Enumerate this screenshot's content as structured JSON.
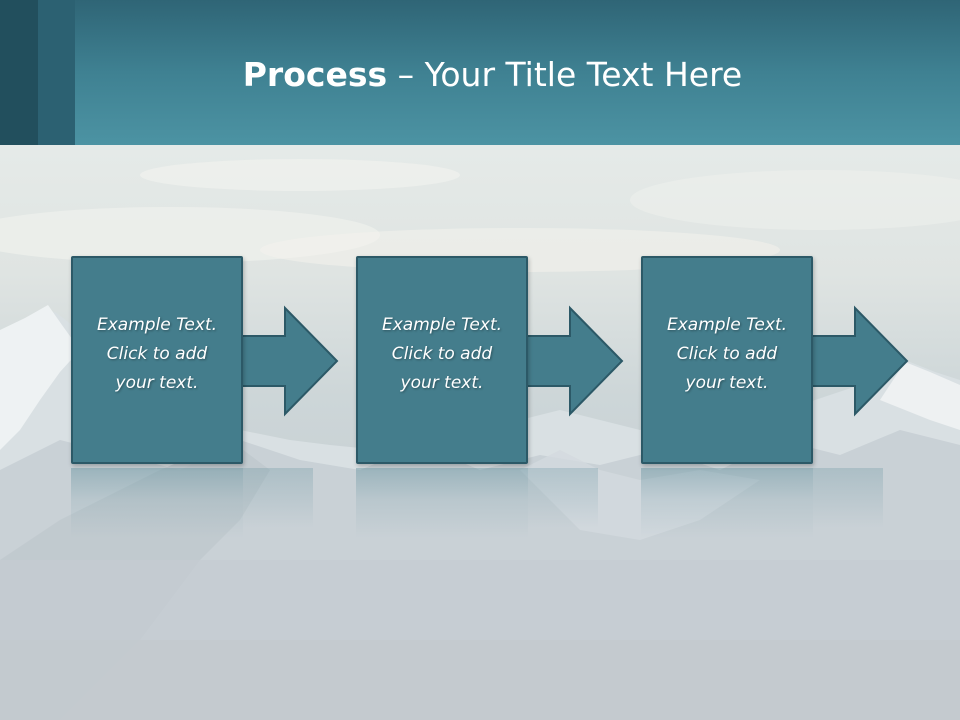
{
  "title": {
    "bold": "Process",
    "rest": " – Your Title Text Here"
  },
  "steps": [
    {
      "text": "Example Text.\nClick  to add\nyour text."
    },
    {
      "text": "Example Text.\nClick  to add\nyour text."
    },
    {
      "text": "Example Text.\nClick  to add\nyour text."
    }
  ],
  "colors": {
    "header": "#447d8c",
    "step_fill": "#447d8c",
    "step_border": "#2c5967"
  }
}
